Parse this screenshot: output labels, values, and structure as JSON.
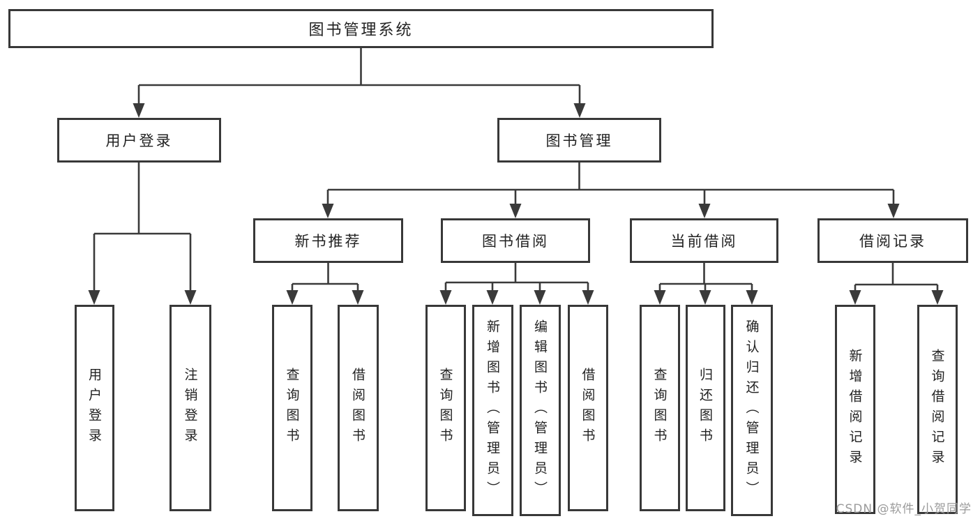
{
  "diagram_type": "hierarchy-tree",
  "tree": {
    "root": {
      "label": "图书管理系统"
    },
    "branches": [
      {
        "label": "用户登录",
        "children": [
          {
            "label": "用户登录"
          },
          {
            "label": "注销登录"
          }
        ]
      },
      {
        "label": "图书管理",
        "children": [
          {
            "label": "新书推荐",
            "children": [
              {
                "label": "查询图书"
              },
              {
                "label": "借阅图书"
              }
            ]
          },
          {
            "label": "图书借阅",
            "children": [
              {
                "label": "查询图书"
              },
              {
                "label": "新增图书（管理员）"
              },
              {
                "label": "编辑图书（管理员）"
              },
              {
                "label": "借阅图书"
              }
            ]
          },
          {
            "label": "当前借阅",
            "children": [
              {
                "label": "查询图书"
              },
              {
                "label": "归还图书"
              },
              {
                "label": "确认归还（管理员）"
              }
            ]
          },
          {
            "label": "借阅记录",
            "children": [
              {
                "label": "新增借阅记录"
              },
              {
                "label": "查询借阅记录"
              }
            ]
          }
        ]
      }
    ]
  },
  "watermark": {
    "text": "CSDN @软件_小贺同学"
  },
  "colors": {
    "line": "#3a3a3a",
    "box_border": "#383838",
    "text": "#222222",
    "watermark": "#9b9b9b",
    "background": "#ffffff"
  }
}
